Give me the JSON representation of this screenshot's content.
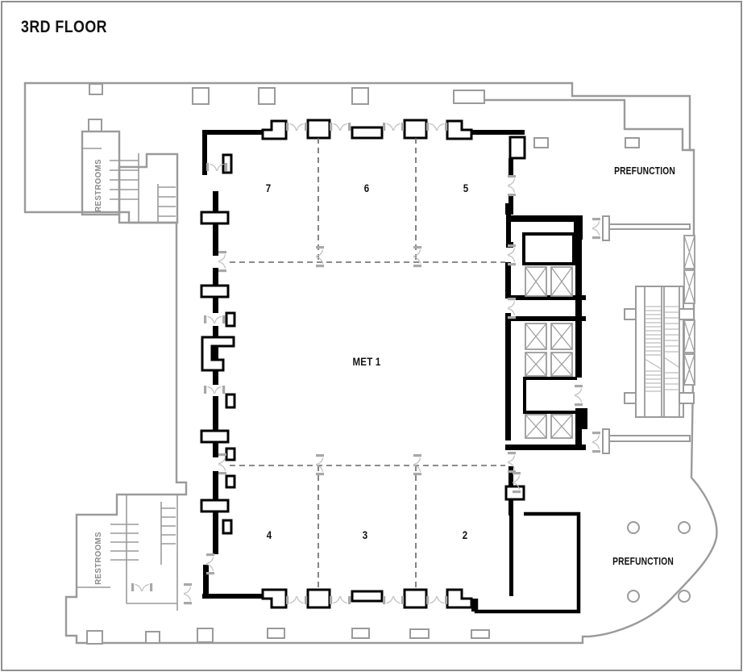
{
  "page": {
    "title": "3RD FLOOR"
  },
  "labels": {
    "main_room": "MET 1",
    "room_numbers": [
      "7",
      "6",
      "5",
      "4",
      "3",
      "2"
    ],
    "restrooms": "RESTROOMS",
    "prefunction": "PREFUNCTION"
  },
  "colors": {
    "background": "#ffffff",
    "wall_black": "#000000",
    "building_outline_gray": "#9a9a9a",
    "door_swing_gray": "#b3b3b3",
    "partition_dash_gray": "#666666",
    "label_text": "#111111",
    "restrooms_text_gray": "#8a8a8a"
  },
  "symbols": {
    "elevator_shaft": "square-with-x",
    "escalator": "hatched-stair-channels",
    "structural_column": "small-square-or-circle",
    "movable_partition": "dashed-line",
    "door": "double-swing-marks"
  }
}
